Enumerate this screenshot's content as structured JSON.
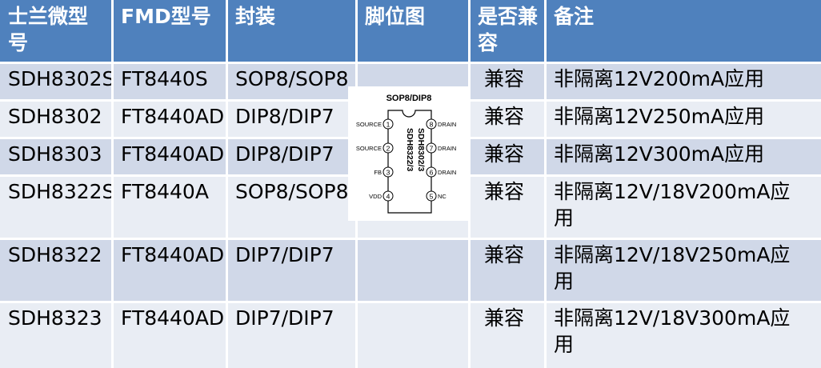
{
  "headers": {
    "col1": "士兰微型号",
    "col2": "FMD型号",
    "col3": "封装",
    "col4": "脚位图",
    "col5": "是否兼容",
    "col6": "备注"
  },
  "rows": [
    {
      "silan": "SDH8302S",
      "fmd": "FT8440S",
      "package": "SOP8/SOP8",
      "compat": "兼容",
      "note": "非隔离12V200mA应用"
    },
    {
      "silan": "SDH8302",
      "fmd": "FT8440AD",
      "package": "DIP8/DIP7",
      "compat": "兼容",
      "note": "非隔离12V250mA应用"
    },
    {
      "silan": "SDH8303",
      "fmd": "FT8440AD",
      "package": "DIP8/DIP7",
      "compat": "兼容",
      "note": "非隔离12V300mA应用"
    },
    {
      "silan": "SDH8322S",
      "fmd": "FT8440A",
      "package": "SOP8/SOP8",
      "compat": "兼容",
      "note": "非隔离12V/18V200mA应用"
    },
    {
      "silan": "SDH8322",
      "fmd": "FT8440AD",
      "package": "DIP7/DIP7",
      "compat": "兼容",
      "note": "非隔离12V/18V250mA应用"
    },
    {
      "silan": "SDH8323",
      "fmd": "FT8440AD",
      "package": "DIP7/DIP7",
      "compat": "兼容",
      "note": "非隔离12V/18V300mA应用"
    }
  ],
  "pinout": {
    "title": "SOP8/DIP8",
    "part_line1": "SDH8302/3",
    "part_line2": "SDH8322/3",
    "left_pins": [
      {
        "num": "1",
        "name": "SOURCE"
      },
      {
        "num": "2",
        "name": "SOURCE"
      },
      {
        "num": "3",
        "name": "FB"
      },
      {
        "num": "4",
        "name": "VDD"
      }
    ],
    "right_pins": [
      {
        "num": "8",
        "name": "DRAIN"
      },
      {
        "num": "7",
        "name": "DRAIN"
      },
      {
        "num": "6",
        "name": "DRAIN"
      },
      {
        "num": "5",
        "name": "NC"
      }
    ]
  },
  "colors": {
    "header_bg": "#4f81bd",
    "row_odd_bg": "#d0d8e8",
    "row_even_bg": "#e9edf4"
  }
}
